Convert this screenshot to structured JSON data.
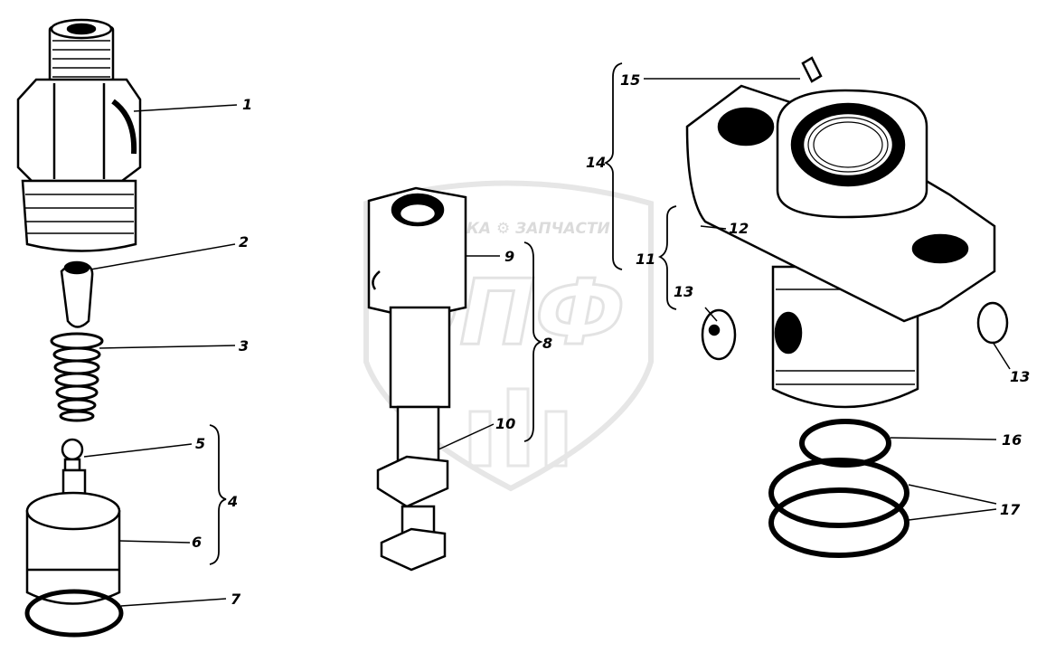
{
  "watermark": {
    "top_text": "ТЕХНИКА ⚙ ЗАПЧАСТИ",
    "logo_text": "ЭПФ"
  },
  "callouts": [
    {
      "id": "c1",
      "text": "1"
    },
    {
      "id": "c2",
      "text": "2"
    },
    {
      "id": "c3",
      "text": "3"
    },
    {
      "id": "c4",
      "text": "4"
    },
    {
      "id": "c5",
      "text": "5"
    },
    {
      "id": "c6",
      "text": "6"
    },
    {
      "id": "c7",
      "text": "7"
    },
    {
      "id": "c8",
      "text": "8"
    },
    {
      "id": "c9",
      "text": "9"
    },
    {
      "id": "c10",
      "text": "10"
    },
    {
      "id": "c11",
      "text": "11"
    },
    {
      "id": "c12",
      "text": "12"
    },
    {
      "id": "c13a",
      "text": "13"
    },
    {
      "id": "c13b",
      "text": "13"
    },
    {
      "id": "c14",
      "text": "14"
    },
    {
      "id": "c15",
      "text": "15"
    },
    {
      "id": "c16",
      "text": "16"
    },
    {
      "id": "c17",
      "text": "17"
    }
  ]
}
